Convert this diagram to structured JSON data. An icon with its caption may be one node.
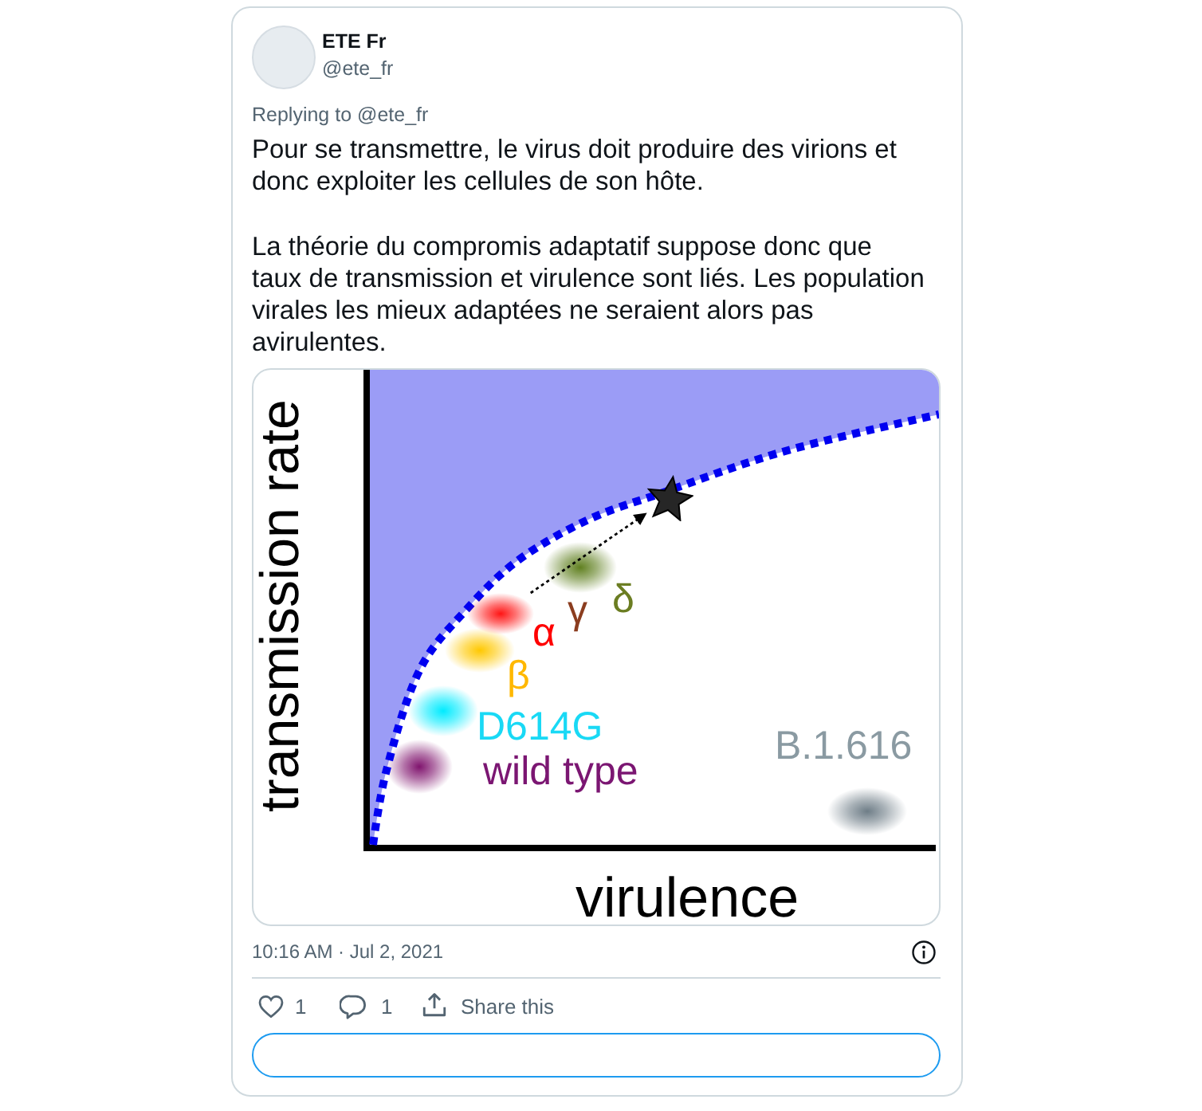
{
  "diagram": {
    "nodes": [
      {
        "text": [],
        "shape": "star"
      },
      {
        "text": [],
        "shape": "ellipse",
        "beside": [
          "α"
        ]
      }
    ],
    "edges": [
      {
        "from": 1,
        "to": 0,
        "arrow": "to",
        "style": "dashed"
      }
    ],
    "labels": [
      "ETE Fr",
      "@ete_fr",
      "Replying to @ete_fr",
      "Pour se transmettre, le virus doit produire des virions et donc exploiter les cellules de son hôte.",
      "La théorie du compromis adaptatif suppose donc que taux de transmission et virulence sont liés. Les population virales les mieux adaptées ne seraient alors pas avirulentes.",
      "transmission rate",
      "δ",
      "γ",
      "β",
      "D614G",
      "B.1.616",
      "wild type",
      "virulence",
      "10:16 AM · Jul 2, 2021",
      "1",
      "1",
      "Share this"
    ]
  }
}
